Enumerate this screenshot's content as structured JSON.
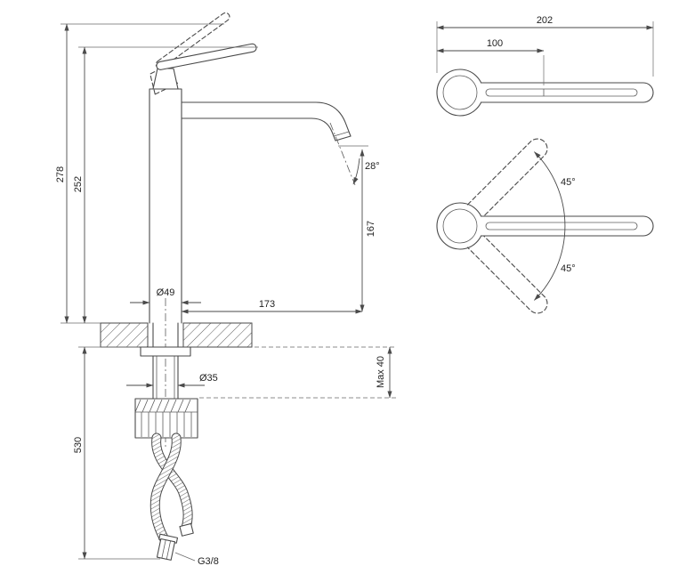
{
  "page": {
    "background": "#ffffff",
    "line_color": "#4a4a4a",
    "text_color": "#1f1f1f"
  },
  "side_view": {
    "labels": {
      "total_height": "278",
      "body_height": "252",
      "hose_length": "530",
      "spout_angle": "28°",
      "outlet_height": "167",
      "spout_reach": "173",
      "base_diameter": "Ø49",
      "shank_diameter": "Ø35",
      "max_deck_thickness": "Max 40",
      "connection_thread": "G3/8"
    }
  },
  "plan_view": {
    "labels": {
      "overall_length": "202",
      "lever_length": "100"
    }
  },
  "swivel_view": {
    "labels": {
      "swivel_up": "45°",
      "swivel_down": "45°"
    }
  }
}
